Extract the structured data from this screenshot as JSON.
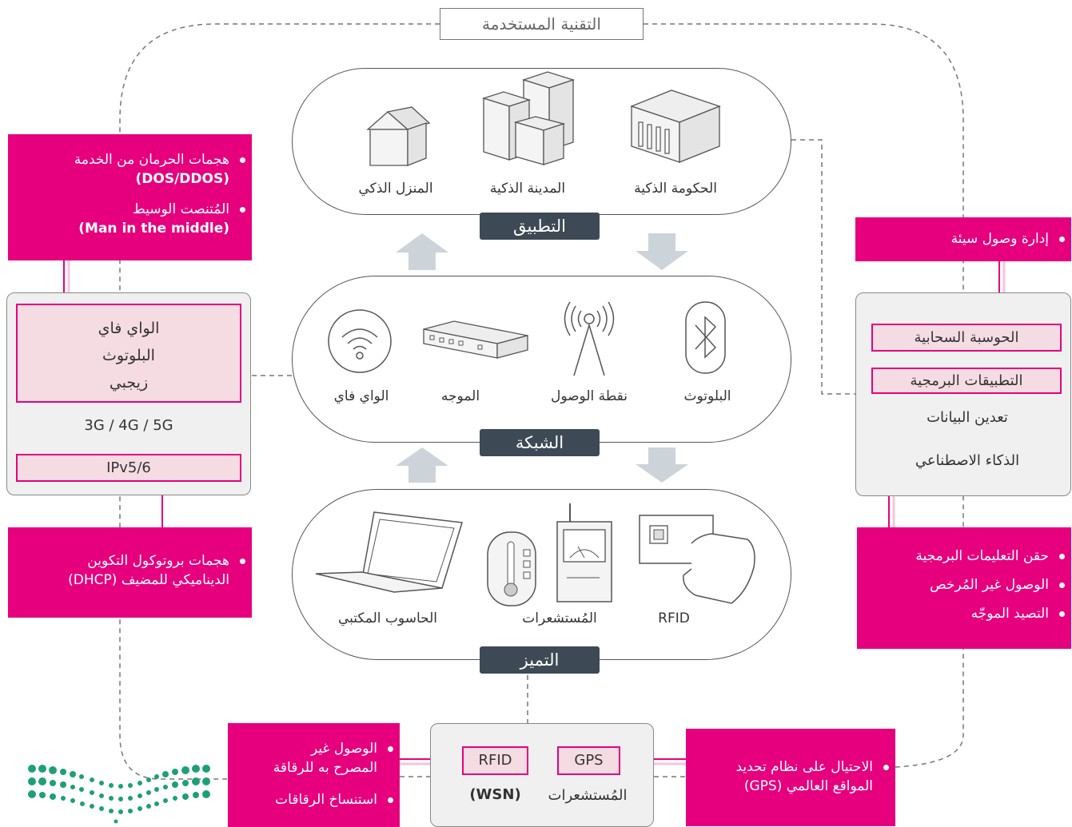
{
  "title": "التقنية المستخدمة",
  "layers": {
    "application": {
      "tag": "التطبيق",
      "items": [
        "الحكومة الذكية",
        "المدينة الذكية",
        "المنزل الذكي"
      ]
    },
    "network": {
      "tag": "الشبكة",
      "items": [
        "البلوتوث",
        "نقطة الوصول",
        "الموجه",
        "الواي فاي"
      ]
    },
    "perception": {
      "tag": "التميز",
      "items": [
        "RFID",
        "المُستشعرات",
        "الحاسوب المكتبي"
      ]
    }
  },
  "left_panel": {
    "inner": [
      "الواي فاي",
      "البلوتوث",
      "زيجبي"
    ],
    "generations": "3G / 4G / 5G",
    "ip": "IPv5/6"
  },
  "left_top_threats": {
    "item1_line1": "هجمات الحرمان من الخدمة",
    "item1_line2": "(DOS/DDOS)",
    "item2_line1": "المُتنصت الوسيط",
    "item2_line2": "(Man in the middle)"
  },
  "left_bottom_threats": {
    "line1": "هجمات بروتوكول التكوين",
    "line2": "الديناميكي للمضيف (DHCP)"
  },
  "right_top_threats": {
    "item1": "إدارة وصول سيئة"
  },
  "right_panel": {
    "cloud": "الحوسبة السحابية",
    "apps": "التطبيقات البرمجية",
    "mining": "تعدين البيانات",
    "ai": "الذكاء الاصطناعي"
  },
  "right_bottom_threats": {
    "items": [
      "حقن التعليمات البرمجية",
      "الوصول غير المُرخص",
      "التصيد الموجّه"
    ]
  },
  "bottom_panel": {
    "rfid": "RFID",
    "gps": "GPS",
    "wsn": "(WSN)",
    "sensors": "المُستشعرات"
  },
  "bottom_left_threats": {
    "item1_line1": "الوصول غير",
    "item1_line2": "المصرح به للرقاقة",
    "item2": "استنساخ الرقاقات"
  },
  "bottom_right_threats": {
    "line1": "الاحتيال على نظام تحديد",
    "line2": "المواقع العالمي (GPS)"
  },
  "colors": {
    "accent": "#e6007e",
    "tag": "#3d4a55",
    "arrow": "#ccd3d9"
  }
}
